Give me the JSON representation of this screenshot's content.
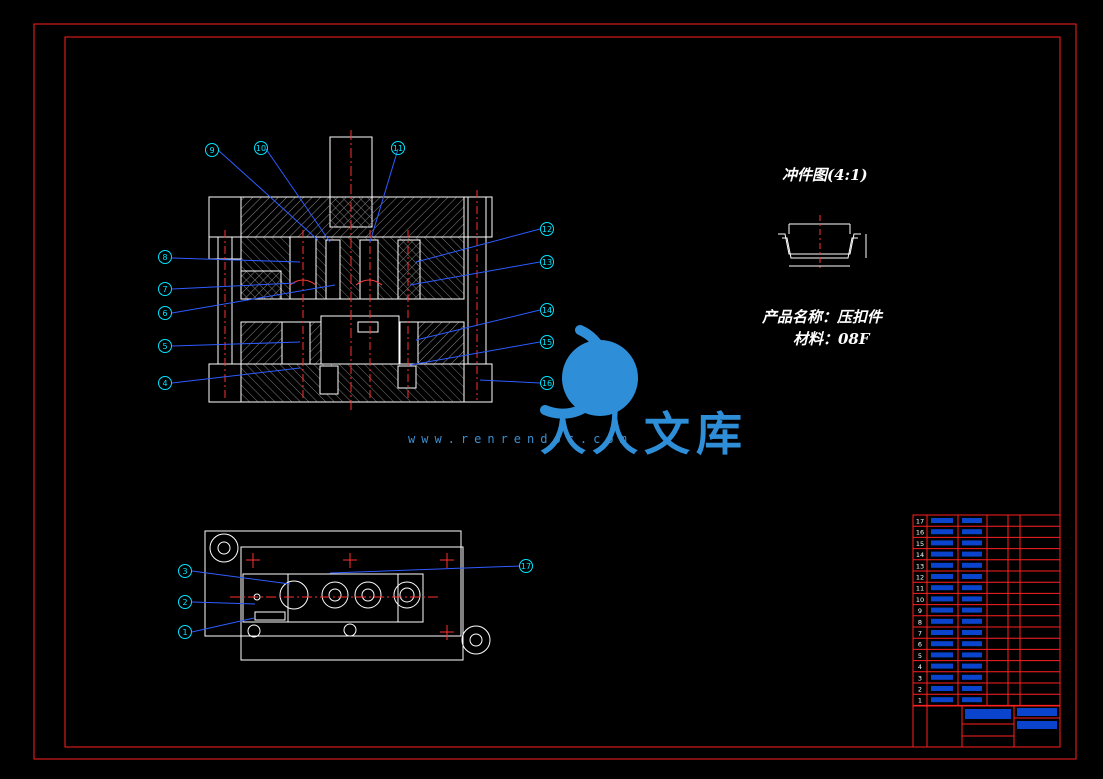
{
  "drawing": {
    "punch_view_title": "冲件图(4:1)",
    "product_name": "产品名称：压扣件",
    "material": "材料：08F"
  },
  "watermark": {
    "brand": "人人文库",
    "url": "www.renrendoc.com"
  },
  "balloons_top_left": [
    "9",
    "10",
    "11",
    "8",
    "7",
    "6",
    "5",
    "4"
  ],
  "balloons_top_right": [
    "12",
    "13",
    "14",
    "15",
    "16"
  ],
  "balloons_bottom": [
    "3",
    "2",
    "1",
    "17"
  ],
  "bom_numbers": [
    "17",
    "16",
    "15",
    "14",
    "13",
    "12",
    "11",
    "10",
    "9",
    "8",
    "7",
    "6",
    "5",
    "4",
    "3",
    "2",
    "1"
  ],
  "colors": {
    "frame": "#ff2020",
    "outline": "#ffffff",
    "balloon": "#00e5ff",
    "leader": "#2e5cff",
    "hatch": "#888888",
    "watermark": "#2e8fd8"
  }
}
